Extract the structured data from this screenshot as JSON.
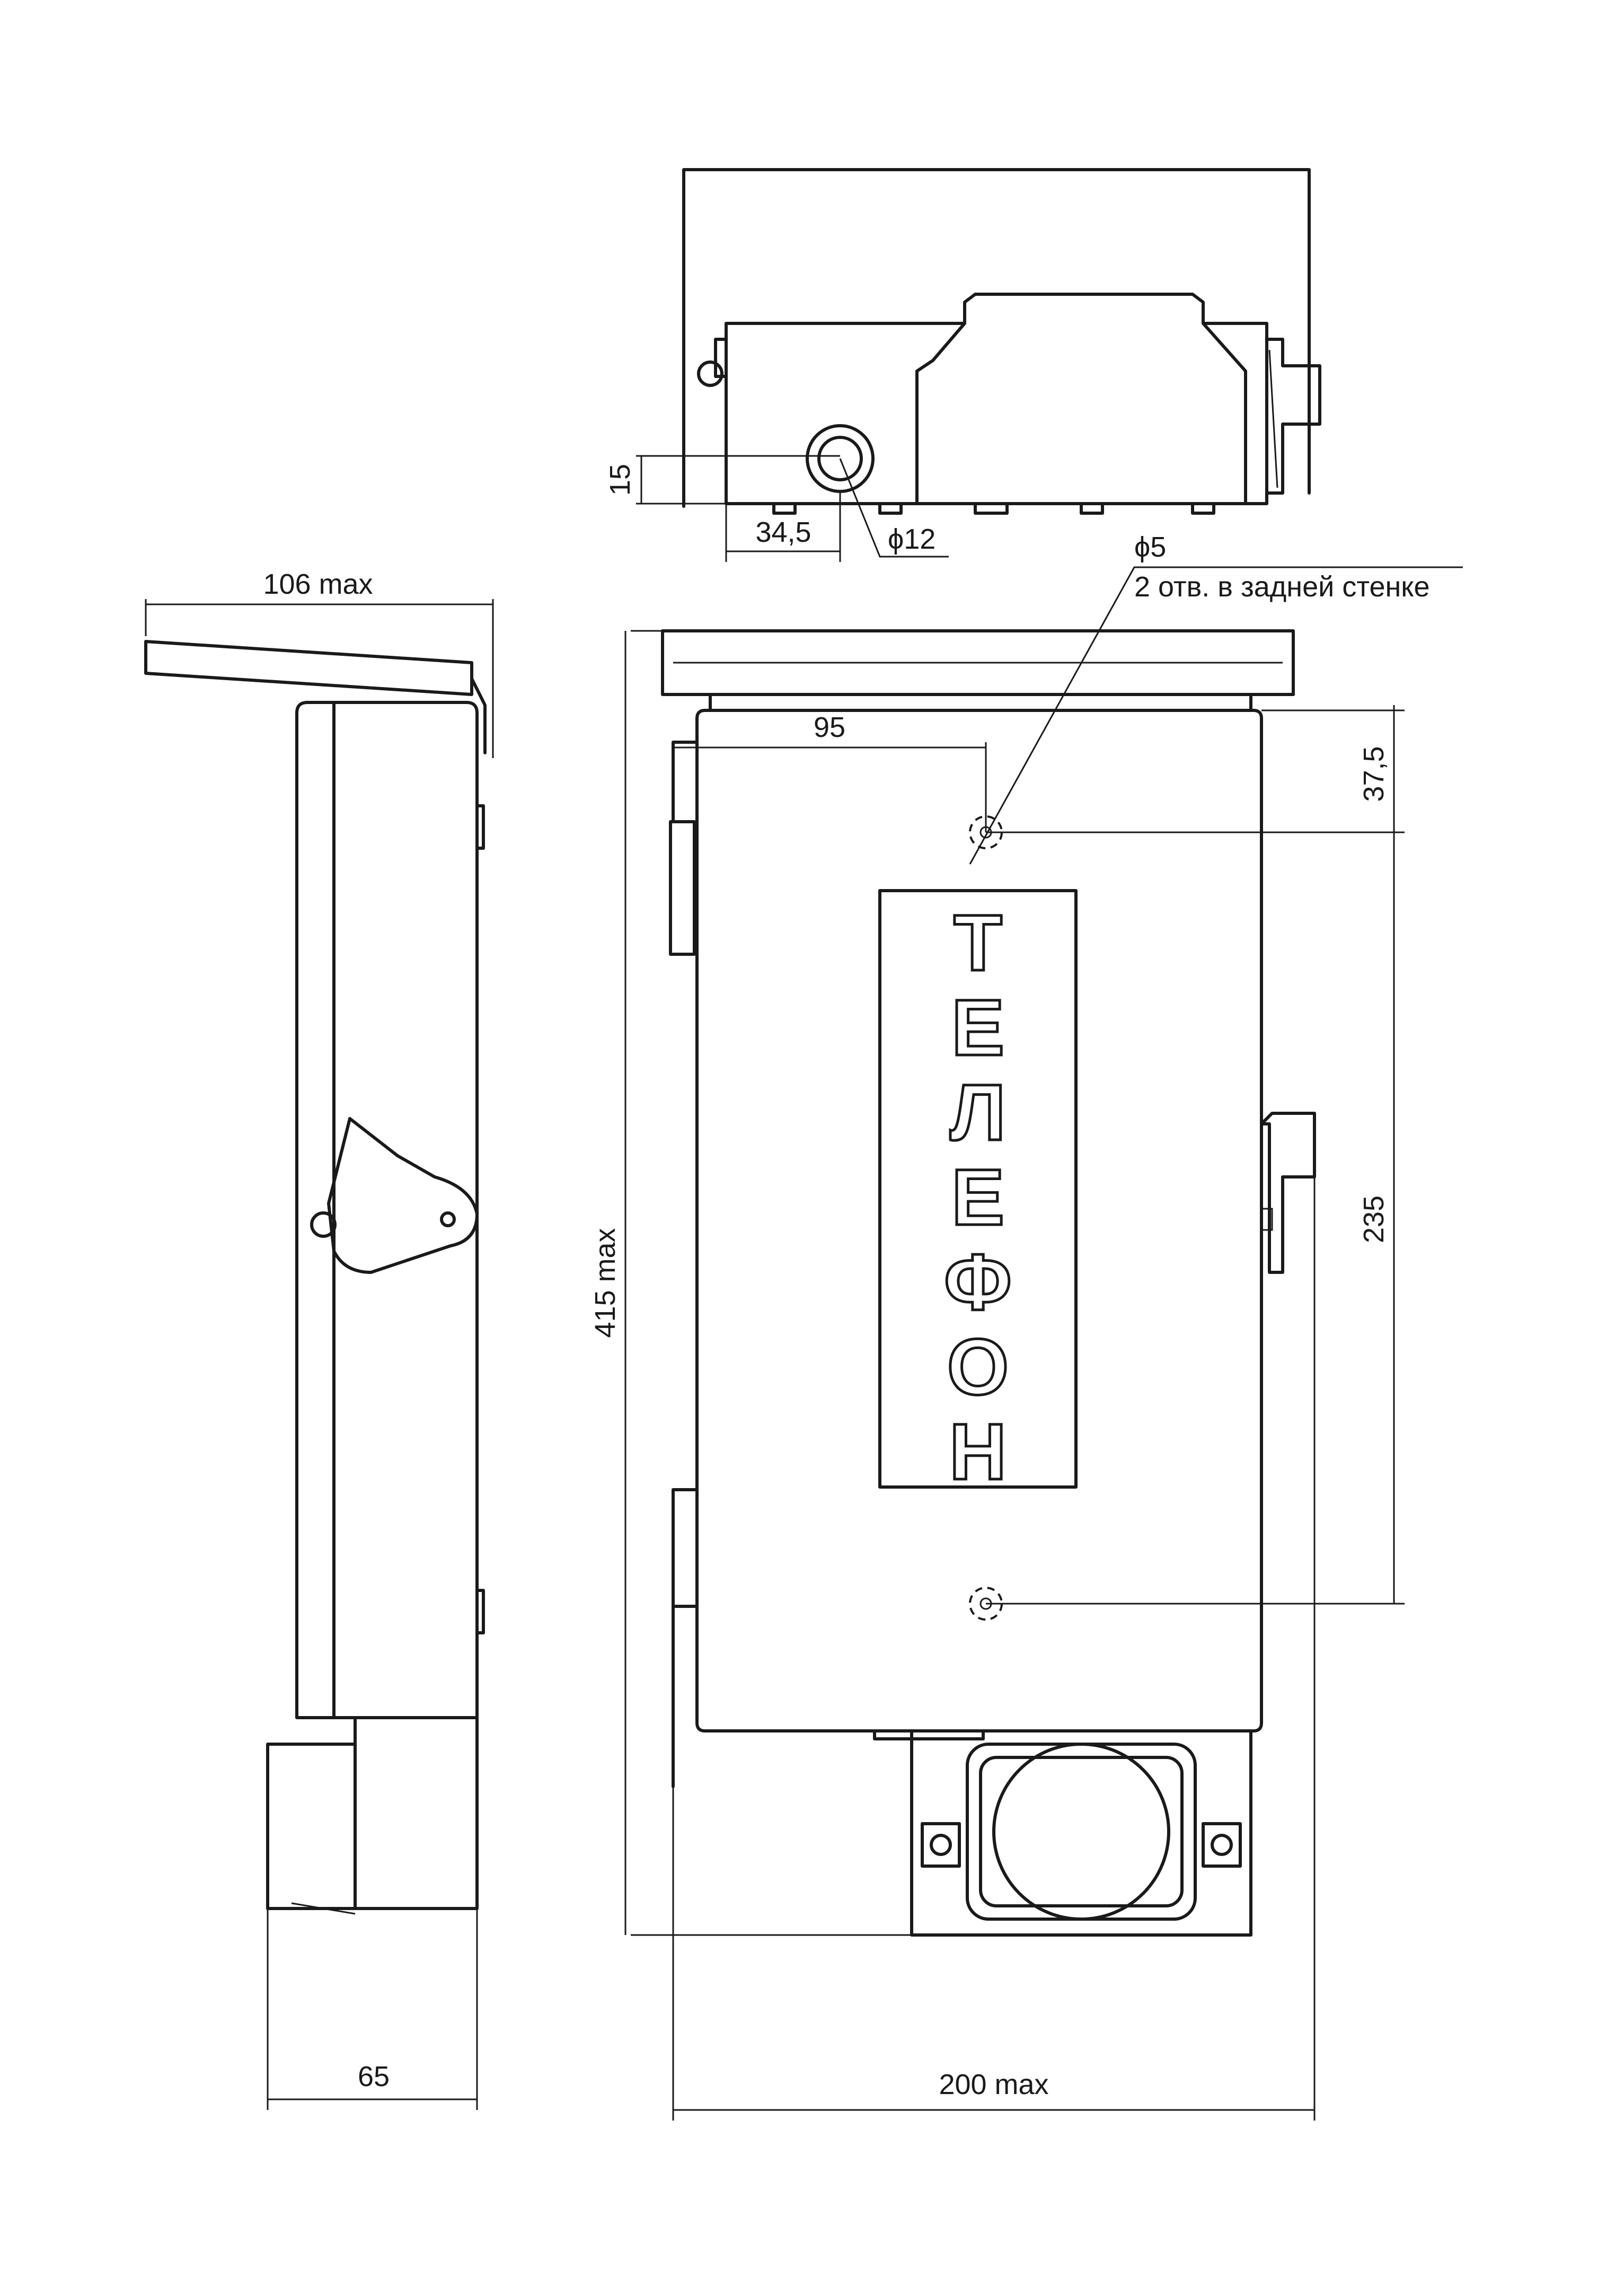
{
  "dimensions": {
    "top_height": "15",
    "top_offset": "34,5",
    "top_hole": "ϕ12",
    "hole_diameter": "ϕ5",
    "hole_note": "2 отв. в задней стенке",
    "side_depth_max": "106 max",
    "side_depth": "65",
    "front_x_hole": "95",
    "front_y_offset": "37,5",
    "front_hole_spacing": "235",
    "front_height_max": "415 max",
    "front_width_max": "200 max"
  },
  "panel": {
    "letters": [
      "Т",
      "Е",
      "Л",
      "Е",
      "Ф",
      "О",
      "Н"
    ]
  },
  "icons": {
    "lock": "latch-icon",
    "hinge": "hinge-icon",
    "button": "round-button-icon"
  }
}
